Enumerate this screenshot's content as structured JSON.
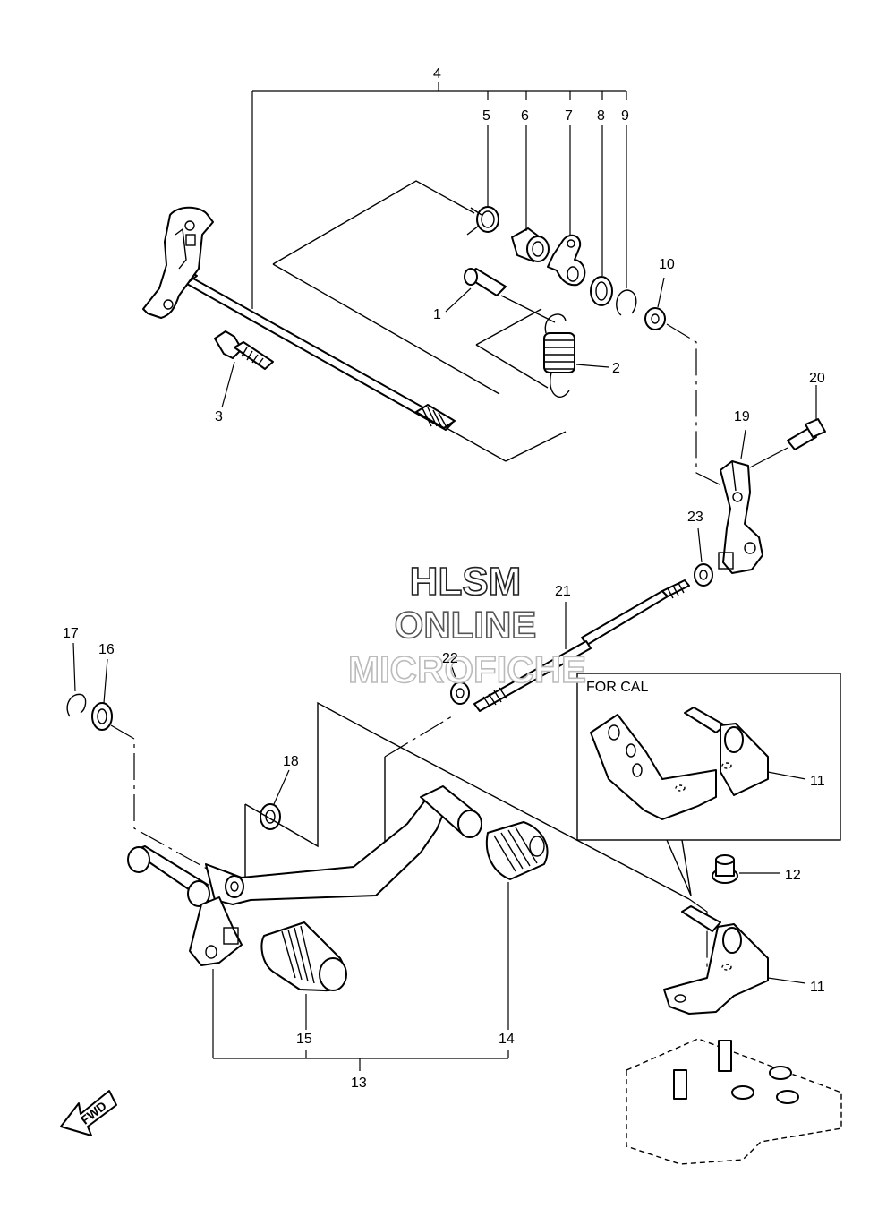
{
  "watermark": {
    "line1": "HLSM",
    "line2": "ONLINE",
    "line3": "MICROFICHE",
    "stroke_colors": [
      "#222222",
      "#555555",
      "#bbbbbb"
    ]
  },
  "inset": {
    "label": "FOR CAL"
  },
  "fwd_badge": {
    "label": "FWD"
  },
  "callouts": {
    "n1": "1",
    "n2": "2",
    "n3": "3",
    "n4": "4",
    "n5": "5",
    "n6": "6",
    "n7": "7",
    "n8": "8",
    "n9": "9",
    "n10": "10",
    "n11a": "11",
    "n11b": "11",
    "n12": "12",
    "n13": "13",
    "n14": "14",
    "n15": "15",
    "n16": "16",
    "n17": "17",
    "n18": "18",
    "n19": "19",
    "n20": "20",
    "n21": "21",
    "n22": "22",
    "n23": "23"
  }
}
